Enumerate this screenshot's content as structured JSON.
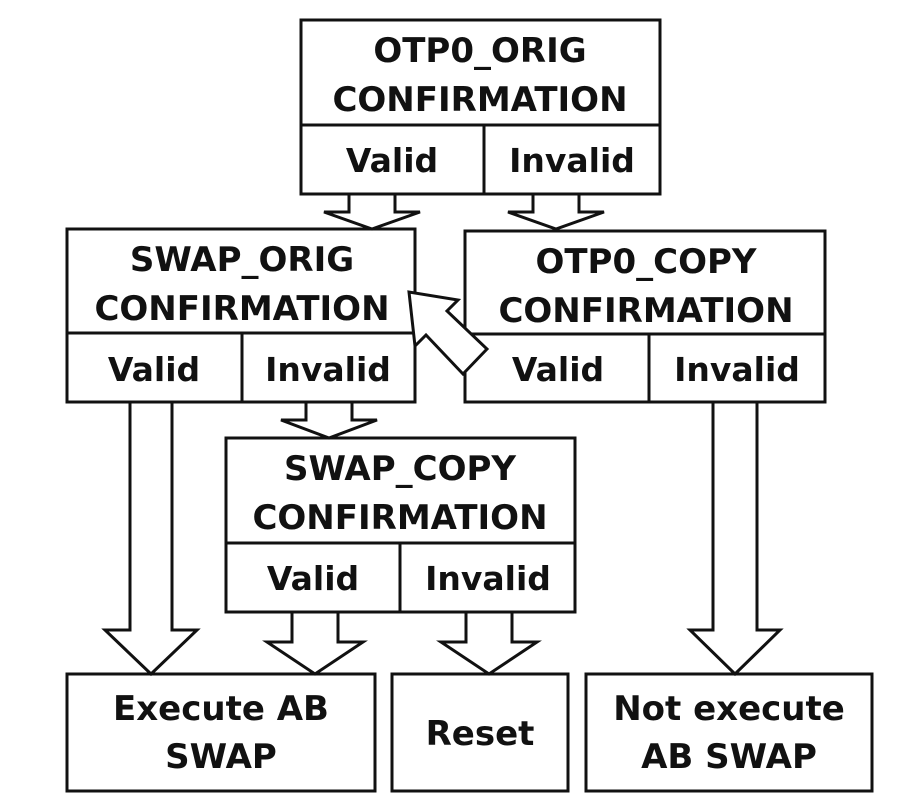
{
  "otp0_orig": {
    "title_line1": "OTP0_ORIG",
    "title_line2": "CONFIRMATION",
    "valid": "Valid",
    "invalid": "Invalid"
  },
  "swap_orig": {
    "title_line1": "SWAP_ORIG",
    "title_line2": "CONFIRMATION",
    "valid": "Valid",
    "invalid": "Invalid"
  },
  "otp0_copy": {
    "title_line1": "OTP0_COPY",
    "title_line2": "CONFIRMATION",
    "valid": "Valid",
    "invalid": "Invalid"
  },
  "swap_copy": {
    "title_line1": "SWAP_COPY",
    "title_line2": "CONFIRMATION",
    "valid": "Valid",
    "invalid": "Invalid"
  },
  "results": {
    "execute_line1": "Execute AB",
    "execute_line2": "SWAP",
    "reset": "Reset",
    "not_execute_line1": "Not execute",
    "not_execute_line2": "AB SWAP"
  }
}
